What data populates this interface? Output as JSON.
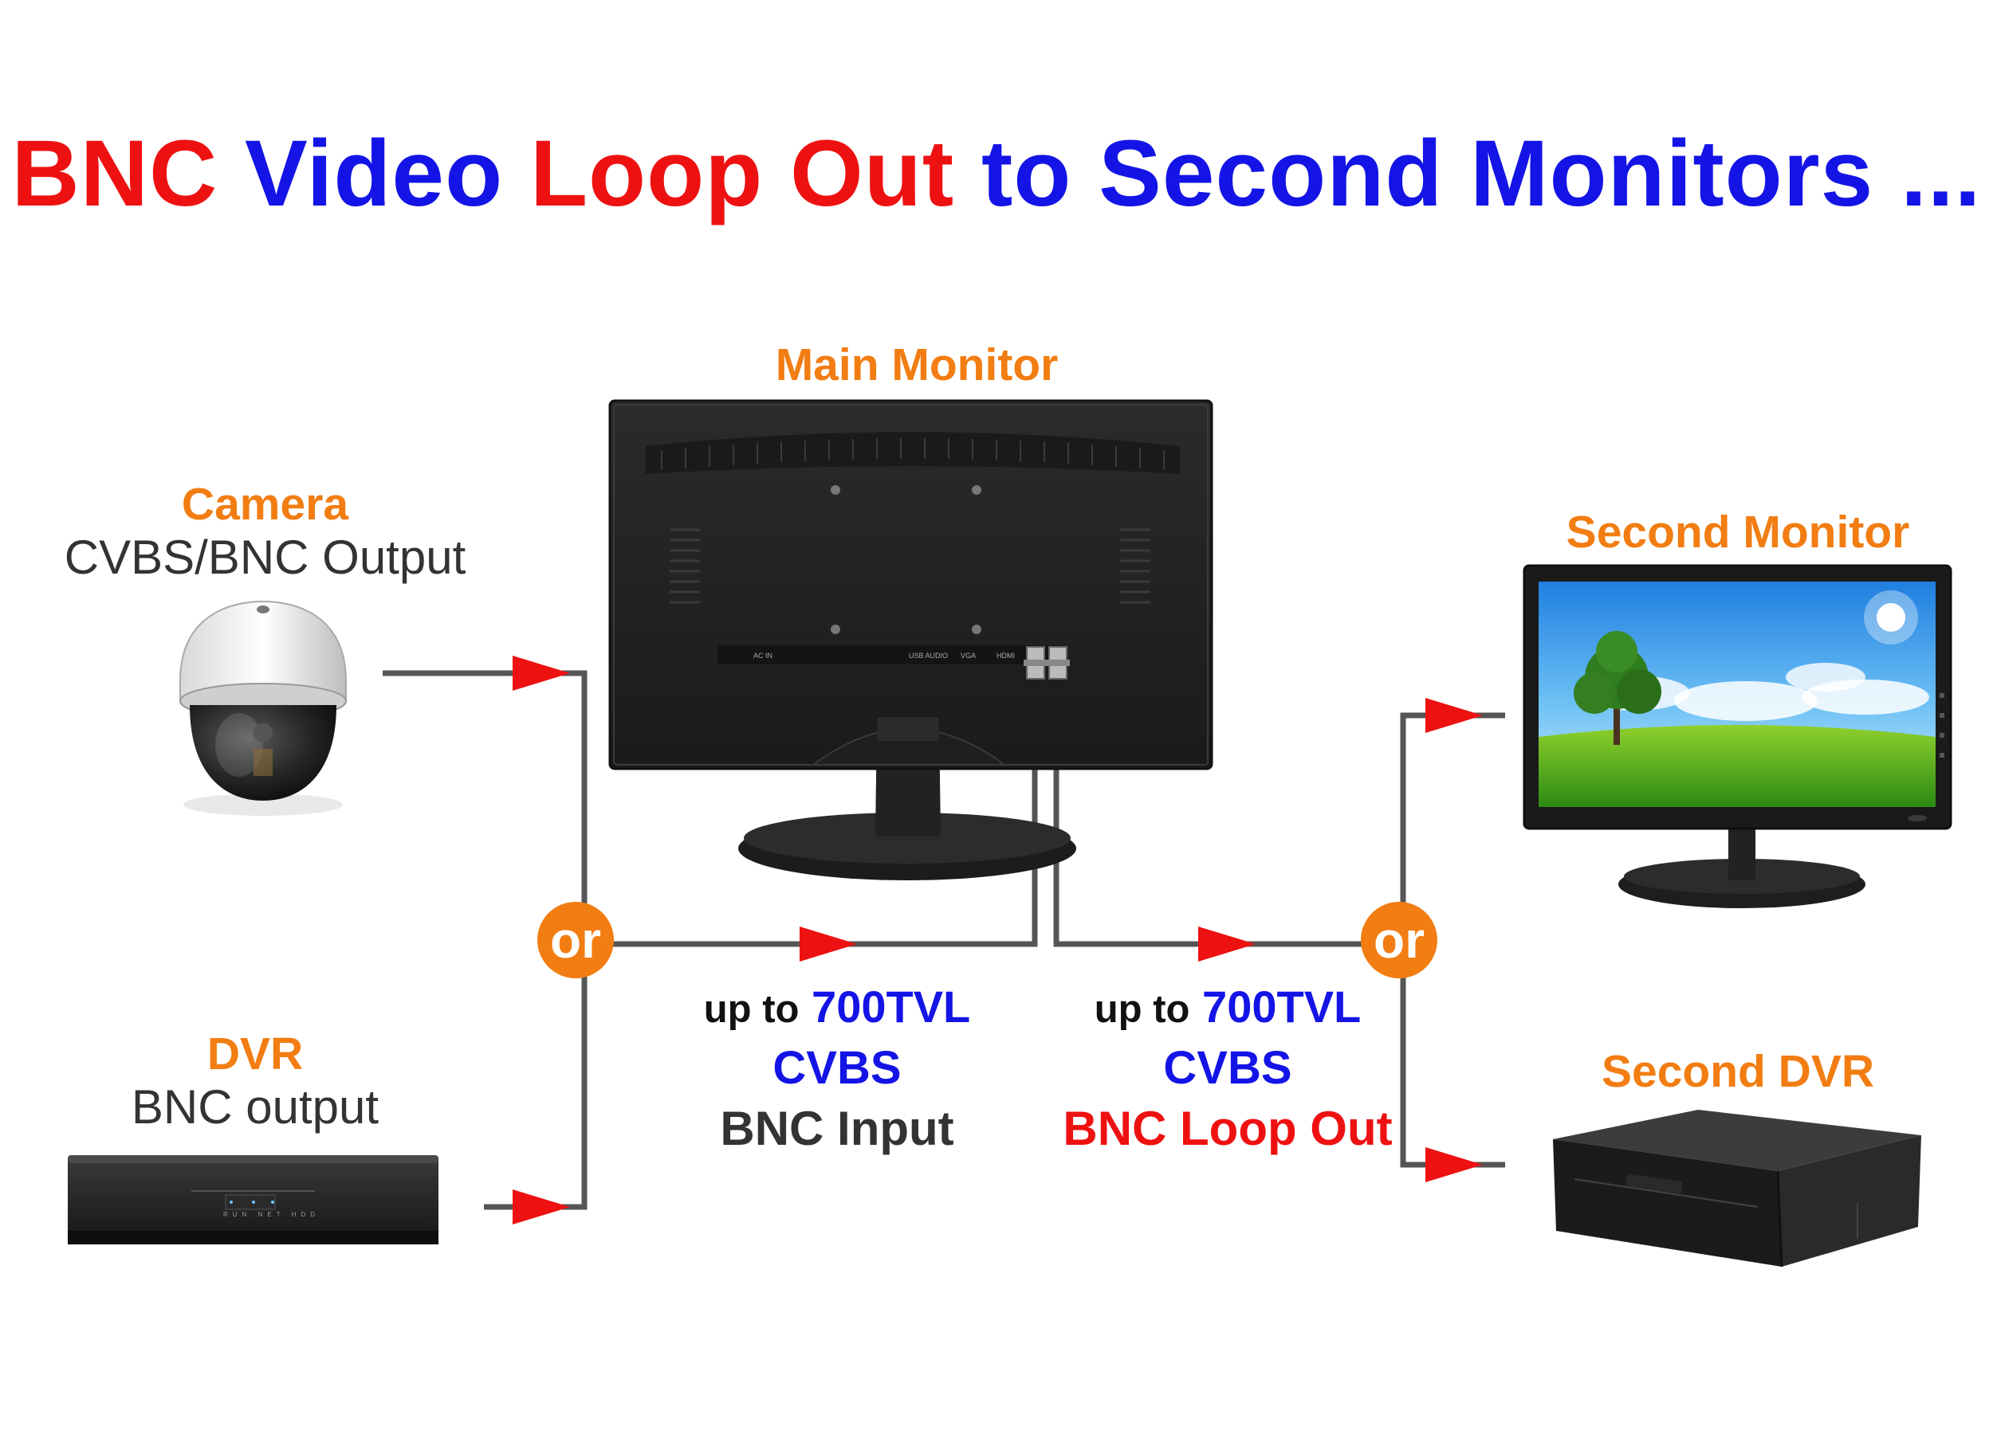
{
  "title": {
    "part1": "BNC",
    "part2": "Video",
    "part3": "Loop Out",
    "part4": "to Second Monitors ..."
  },
  "nodes": {
    "main_monitor": {
      "label": "Main Monitor"
    },
    "camera": {
      "label": "Camera",
      "sublabel": "CVBS/BNC Output"
    },
    "dvr": {
      "label": "DVR",
      "sublabel": "BNC output"
    },
    "second_monitor": {
      "label": "Second Monitor"
    },
    "second_dvr": {
      "label": "Second DVR"
    }
  },
  "connectors": {
    "left_or": "or",
    "right_or": "or"
  },
  "signals": {
    "input": {
      "prefix": "up to",
      "resolution": "700TVL",
      "format": "CVBS",
      "port": "BNC Input"
    },
    "loop_out": {
      "prefix": "up to",
      "resolution": "700TVL",
      "format": "CVBS",
      "port": "BNC Loop Out"
    }
  },
  "monitor_ports": [
    "AC IN",
    "USB AUDIO",
    "VGA",
    "HDMI"
  ],
  "dvr_leds": [
    "RUN",
    "NET",
    "HDD"
  ],
  "colors": {
    "title_red": "#ee1111",
    "title_blue": "#1414e6",
    "label_orange": "#f27d12",
    "arrow_red": "#ee1111",
    "or_badge": "#f27d12",
    "cable_gray": "#555555"
  }
}
